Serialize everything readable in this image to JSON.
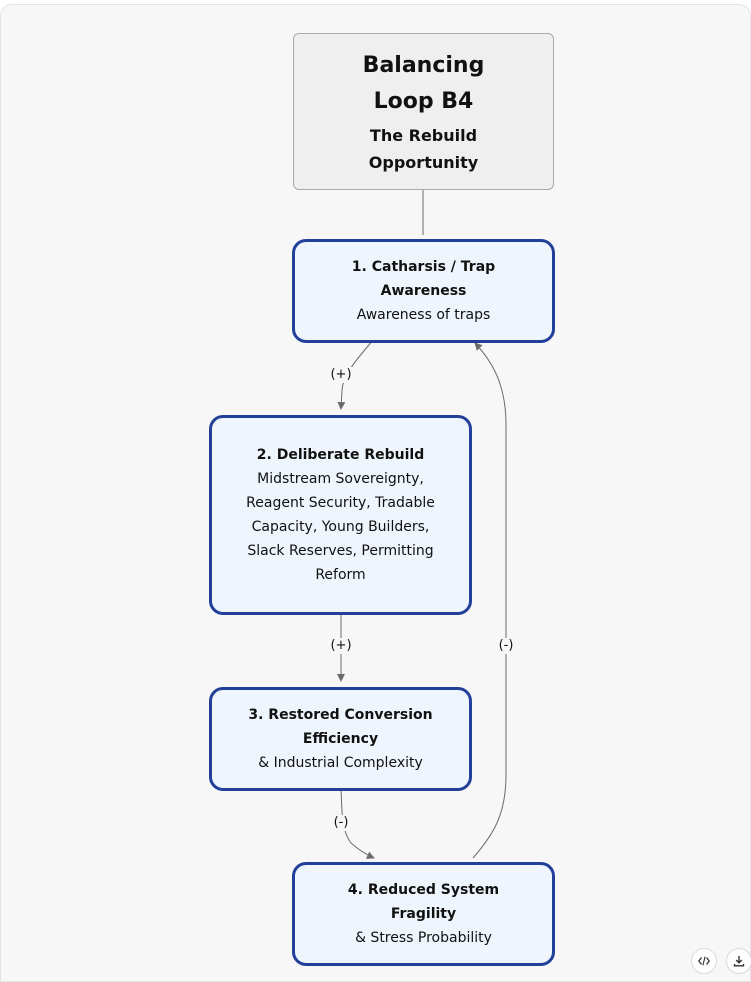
{
  "title_box": {
    "main": "Balancing Loop B4",
    "sub": "The Rebuild Opportunity"
  },
  "nodes": [
    {
      "title": "1. Catharsis / Trap Awareness",
      "lines": [
        "Awareness of traps"
      ]
    },
    {
      "title": "2. Deliberate Rebuild",
      "lines": [
        "Midstream Sovereignty, Reagent Security, Tradable Capacity, Young Builders,",
        "Slack Reserves, Permitting Reform"
      ]
    },
    {
      "title": "3. Restored Conversion Efficiency",
      "lines": [
        "& Industrial Complexity"
      ]
    },
    {
      "title": "4. Reduced System Fragility",
      "lines": [
        "& Stress Probability"
      ]
    }
  ],
  "edges": [
    {
      "from": "1",
      "to": "2",
      "label": "(+)"
    },
    {
      "from": "2",
      "to": "3",
      "label": "(+)"
    },
    {
      "from": "3",
      "to": "4",
      "label": "(-)"
    },
    {
      "from": "4",
      "to": "1",
      "label": "(-)"
    }
  ],
  "toolbar": {
    "code_icon": "code-icon",
    "download_icon": "download-icon"
  },
  "colors": {
    "node_border": "#22409a",
    "node_fill": "#eef5fc",
    "title_fill": "#efefef",
    "edge": "#6b6b6b"
  }
}
